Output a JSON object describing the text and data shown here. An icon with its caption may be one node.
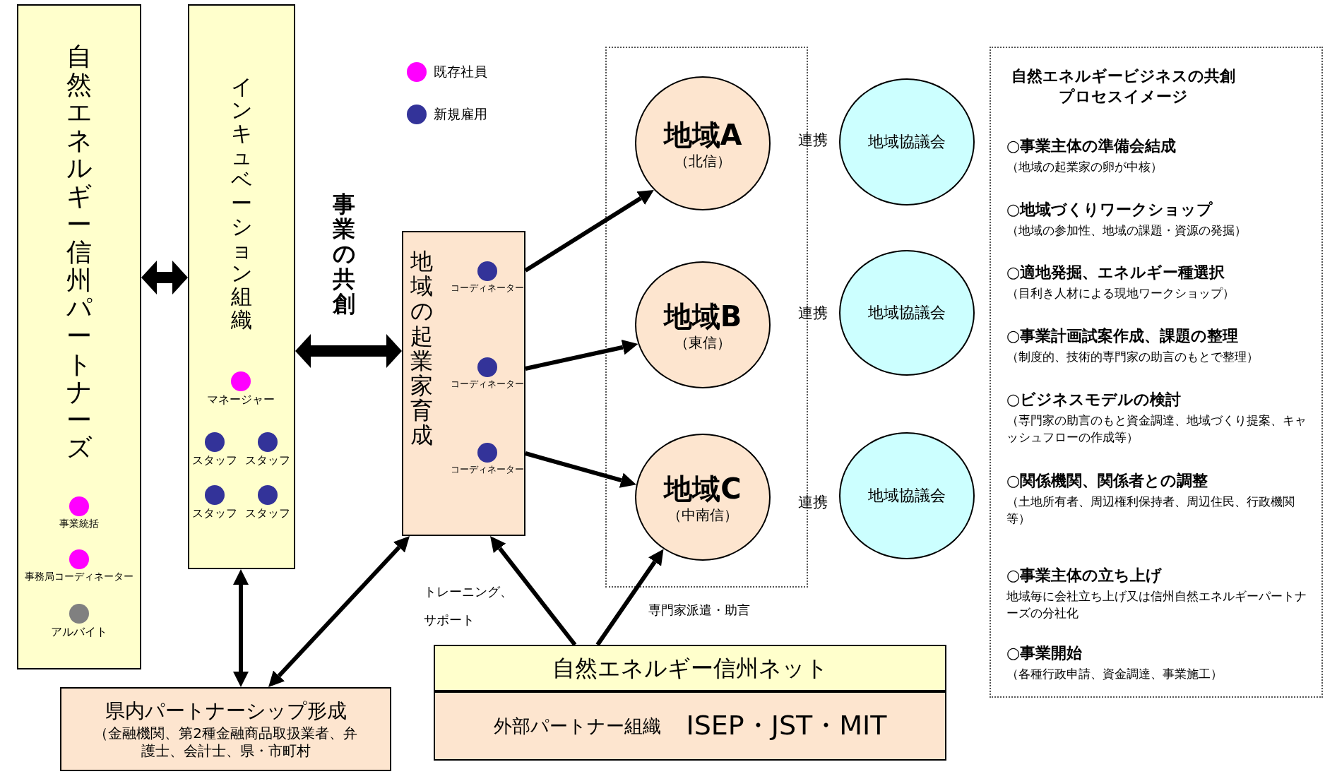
{
  "diagram": {
    "nodes": [
      {
        "text": [
          "自然エネルギー信州パートナーズ"
        ]
      },
      {
        "text": [
          "インキュベーション組織"
        ]
      },
      {
        "text": [
          "地域の起業家育成"
        ]
      },
      {
        "text": [],
        "shape": "box"
      },
      {
        "text": [
          "地域A",
          "（北信）"
        ],
        "in": 3
      },
      {
        "text": [
          "地域協議会"
        ]
      },
      {
        "text": [
          "地域B",
          "（東信）"
        ],
        "in": 3
      },
      {
        "text": [
          "地域協議会"
        ]
      },
      {
        "text": [
          "地域C",
          "（中南信）"
        ],
        "in": 3
      },
      {
        "text": [
          "地域協議会"
        ]
      },
      {
        "text": [
          "自然エネルギービジネスの共創プロセスイメージ",
          "○事業主体の準備会結成",
          "（地域の起業家の卵が中核）",
          "○地域づくりワークショップ",
          "（地域の参加性、地域の課題・資源の発掘）",
          "○適地発掘、エネルギー種選択",
          "（目利き人材による現地ワークショップ）",
          "○事業計画試案作成、課題の整理",
          "（制度的、技術的専門家の助言のもとで整理）",
          "○ビジネスモデルの検討",
          "（専門家の助言のもと資金調達、地域づくり提案、キャッシュフローの作成等）",
          "○関係機関、関係者との調整",
          "（土地所有者、周辺権利保持者、周辺住民、行政機関等）",
          "○事業主体の立ち上げ",
          "地域毎に会社立ち上げ又は信州自然エネルギーパートナーズの分社化",
          "○事業開始",
          "（各種行政申請、資金調達、事業施工）"
        ]
      },
      {
        "text": [
          "県内パートナーシップ形成",
          "（金融機関、第2種金融商品取扱業者、弁護士、会計士、県・市町村"
        ]
      },
      {
        "text": [
          "自然エネルギー信州ネット"
        ]
      },
      {
        "text": [
          "外部パートナー組織",
          "ISEP・JST・MIT"
        ]
      }
    ],
    "edges": [
      {
        "from": 0,
        "to": 1,
        "arrow": "both",
        "style": "thick"
      },
      {
        "from": 1,
        "to": 2,
        "arrow": "both",
        "style": "thick",
        "label": "事業の共創"
      },
      {
        "from": 2,
        "to": 4,
        "arrow": "to"
      },
      {
        "from": 2,
        "to": 6,
        "arrow": "to"
      },
      {
        "from": 2,
        "to": 8,
        "arrow": "to"
      },
      {
        "from": 1,
        "to": 11,
        "arrow": "both"
      },
      {
        "from": 2,
        "to": 11,
        "arrow": "both"
      },
      {
        "from": 12,
        "to": 2,
        "arrow": "to",
        "label": "トレーニング、サポート"
      },
      {
        "from": 12,
        "to": 8,
        "arrow": "to",
        "label": "専門家派遣・助言"
      }
    ],
    "labels": [
      "事業統括",
      "事務局コーディネーター",
      "アルバイト",
      "マネージャー",
      "スタッフ",
      "スタッフ",
      "スタッフ",
      "スタッフ",
      "コーディネーター",
      "コーディネーター",
      "コーディネーター",
      "連携",
      "連携",
      "連携"
    ],
    "legend": [
      {
        "text": "既存社員",
        "color": "#ff00ff"
      },
      {
        "text": "新規雇用",
        "color": "#333399"
      }
    ]
  }
}
